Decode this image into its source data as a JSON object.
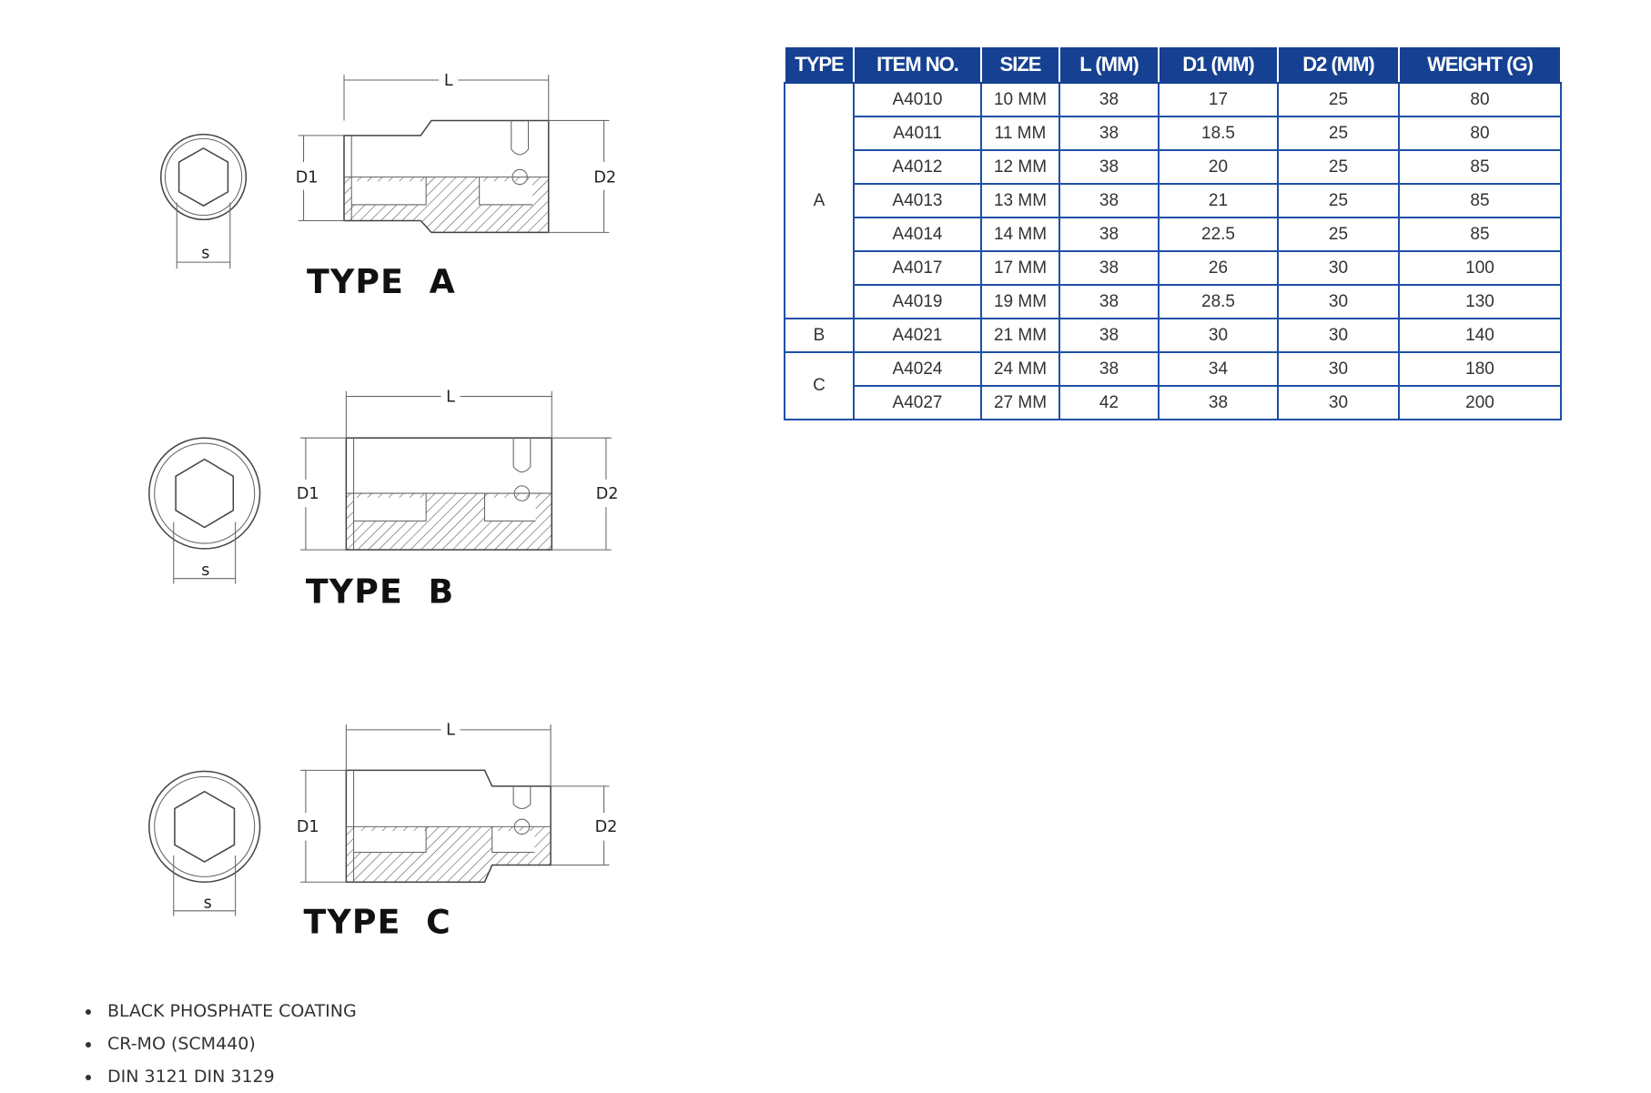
{
  "drawings": [
    {
      "title": "TYPE  A",
      "dim_l": "L",
      "dim_d1": "D1",
      "dim_d2": "D2",
      "dim_s": "s"
    },
    {
      "title": "TYPE  B",
      "dim_l": "L",
      "dim_d1": "D1",
      "dim_d2": "D2",
      "dim_s": "s"
    },
    {
      "title": "TYPE  C",
      "dim_l": "L",
      "dim_d1": "D1",
      "dim_d2": "D2",
      "dim_s": "s"
    }
  ],
  "table": {
    "headers": [
      "TYPE",
      "ITEM NO.",
      "SIZE",
      "L (MM)",
      "D1 (MM)",
      "D2 (MM)",
      "WEIGHT (G)"
    ],
    "groups": [
      {
        "type": "A",
        "rows": [
          [
            "A4010",
            "10 MM",
            "38",
            "17",
            "25",
            "80"
          ],
          [
            "A4011",
            "11 MM",
            "38",
            "18.5",
            "25",
            "80"
          ],
          [
            "A4012",
            "12 MM",
            "38",
            "20",
            "25",
            "85"
          ],
          [
            "A4013",
            "13 MM",
            "38",
            "21",
            "25",
            "85"
          ],
          [
            "A4014",
            "14 MM",
            "38",
            "22.5",
            "25",
            "85"
          ],
          [
            "A4017",
            "17 MM",
            "38",
            "26",
            "30",
            "100"
          ],
          [
            "A4019",
            "19 MM",
            "38",
            "28.5",
            "30",
            "130"
          ]
        ]
      },
      {
        "type": "B",
        "rows": [
          [
            "A4021",
            "21 MM",
            "38",
            "30",
            "30",
            "140"
          ]
        ]
      },
      {
        "type": "C",
        "rows": [
          [
            "A4024",
            "24 MM",
            "38",
            "34",
            "30",
            "180"
          ],
          [
            "A4027",
            "27 MM",
            "42",
            "38",
            "30",
            "200"
          ]
        ]
      }
    ],
    "colors": {
      "header_bg": "#164192",
      "border": "#1f4fa6"
    }
  },
  "features": [
    "BLACK PHOSPHATE COATING",
    "CR-MO (SCM440)",
    "DIN 3121 DIN 3129"
  ]
}
